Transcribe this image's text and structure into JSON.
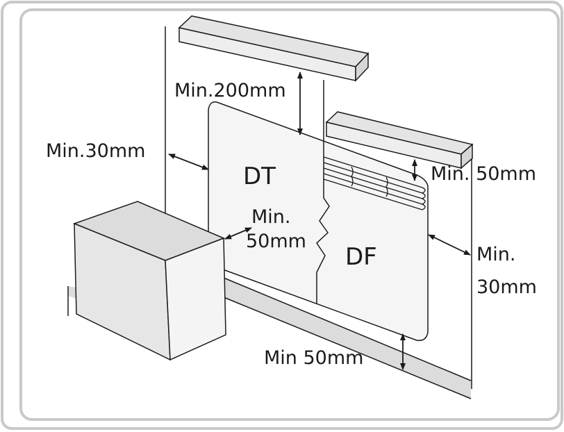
{
  "labels": {
    "dt": "DT",
    "df": "DF",
    "top_clearance": "Min.200mm",
    "left_clearance": "Min.30mm",
    "shelf_clearance": "Min. 50mm",
    "obstacle_clearance_line1": "Min.",
    "obstacle_clearance_line2": "50mm",
    "right_clearance_line1": "Min.",
    "right_clearance_line2": "30mm",
    "floor_clearance": "Min 50mm"
  },
  "colors": {
    "line": "#1a1a1a",
    "shelf_fill": "#e4e4e4",
    "panel_fill": "#f5f5f5",
    "box_top": "#dcdcdc",
    "box_front": "#e6e6e6",
    "box_side": "#f4f4f4",
    "frame": "#c9c9c9",
    "floor_band": "#dcdcdc"
  }
}
